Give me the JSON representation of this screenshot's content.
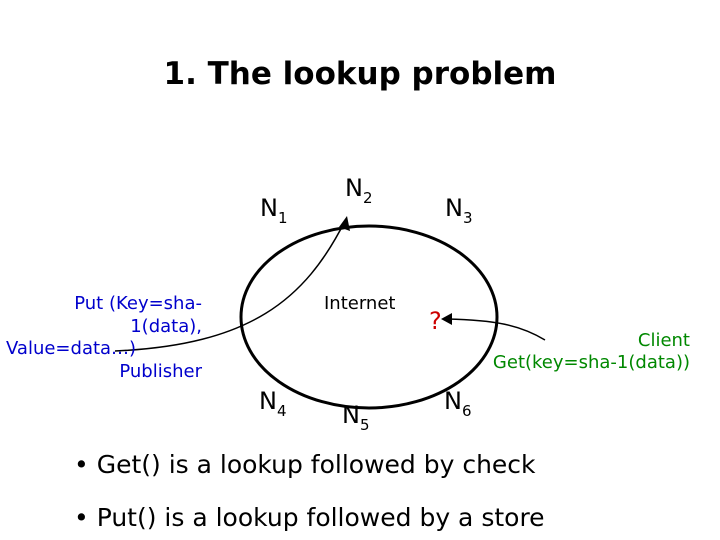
{
  "title": "1. The lookup problem",
  "nodes": [
    {
      "id": "N1",
      "base": "N",
      "sub": "1"
    },
    {
      "id": "N2",
      "base": "N",
      "sub": "2"
    },
    {
      "id": "N3",
      "base": "N",
      "sub": "3"
    },
    {
      "id": "N4",
      "base": "N",
      "sub": "4"
    },
    {
      "id": "N5",
      "base": "N",
      "sub": "5"
    },
    {
      "id": "N6",
      "base": "N",
      "sub": "6"
    }
  ],
  "internet_label": "Internet",
  "publisher": {
    "line1": "Put (Key=sha-1(data),",
    "line2": "Value=data…)",
    "line3": "Publisher"
  },
  "client": {
    "query_mark": "?",
    "line1": "Client",
    "line2": "Get(key=sha-1(data))"
  },
  "bullets": [
    "• Get() is a lookup followed by check",
    "• Put() is a lookup followed by a store"
  ],
  "colors": {
    "text": "#000000",
    "publisher_text": "#0000cc",
    "client_text": "#008800",
    "query_mark": "#cc0000"
  }
}
